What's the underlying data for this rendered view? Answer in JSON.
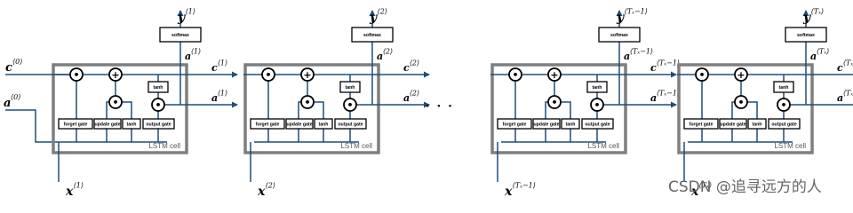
{
  "diagram": {
    "gate_labels": {
      "forget": "forget gate",
      "update": "update gate",
      "tanh": "tanh",
      "output": "output gate",
      "cell_tanh": "tanh",
      "softmax": "softmax",
      "cell": "LSTM cell",
      "mul": "•",
      "add": "+"
    },
    "ellipsis": "· · ·",
    "inputs": {
      "c0": {
        "base": "c",
        "sup": "⟨0⟩"
      },
      "a0": {
        "base": "a",
        "sup": "⟨0⟩"
      }
    },
    "cells": [
      {
        "x": {
          "base": "x",
          "sup": "⟨1⟩"
        },
        "y": {
          "base": "y",
          "sup": "⟨1⟩"
        },
        "a_up": {
          "base": "a",
          "sup": "⟨1⟩"
        },
        "c_out": {
          "base": "c",
          "sup": "⟨1⟩"
        },
        "a_out": {
          "base": "a",
          "sup": "⟨1⟩"
        }
      },
      {
        "x": {
          "base": "x",
          "sup": "⟨2⟩"
        },
        "y": {
          "base": "y",
          "sup": "⟨2⟩"
        },
        "a_up": {
          "base": "a",
          "sup": "⟨2⟩"
        },
        "c_out": {
          "base": "c",
          "sup": "⟨2⟩"
        },
        "a_out": {
          "base": "a",
          "sup": "⟨2⟩"
        }
      },
      {
        "x": {
          "base": "x",
          "sup": "⟨Tₓ−1⟩"
        },
        "y": {
          "base": "y",
          "sup": "⟨Tₓ−1⟩"
        },
        "a_up": {
          "base": "a",
          "sup": "⟨Tₓ−1⟩"
        },
        "c_out": {
          "base": "c",
          "sup": "⟨Tₓ−1⟩"
        },
        "a_out": {
          "base": "a",
          "sup": "⟨Tₓ−1⟩"
        }
      },
      {
        "x": {
          "base": "x",
          "sup": "⟨Tₓ⟩"
        },
        "y": {
          "base": "y",
          "sup": "⟨Tₓ⟩"
        },
        "a_up": {
          "base": "a",
          "sup": "⟨Tₓ⟩"
        },
        "c_out": {
          "base": "c",
          "sup": "⟨Tₓ⟩"
        },
        "a_out": {
          "base": "a",
          "sup": "⟨Tₓ⟩"
        }
      }
    ],
    "prev_cells": [
      {
        "c": {
          "base": "c",
          "sup": ""
        },
        "a": {
          "base": "a",
          "sup": ""
        }
      },
      {
        "c": {
          "base": "c",
          "sup": "⟨Tₓ−1⟩"
        },
        "a": {
          "base": "a",
          "sup": "⟨Tₓ−1⟩"
        }
      }
    ]
  },
  "watermark": "CSDN @追寻远方的人"
}
